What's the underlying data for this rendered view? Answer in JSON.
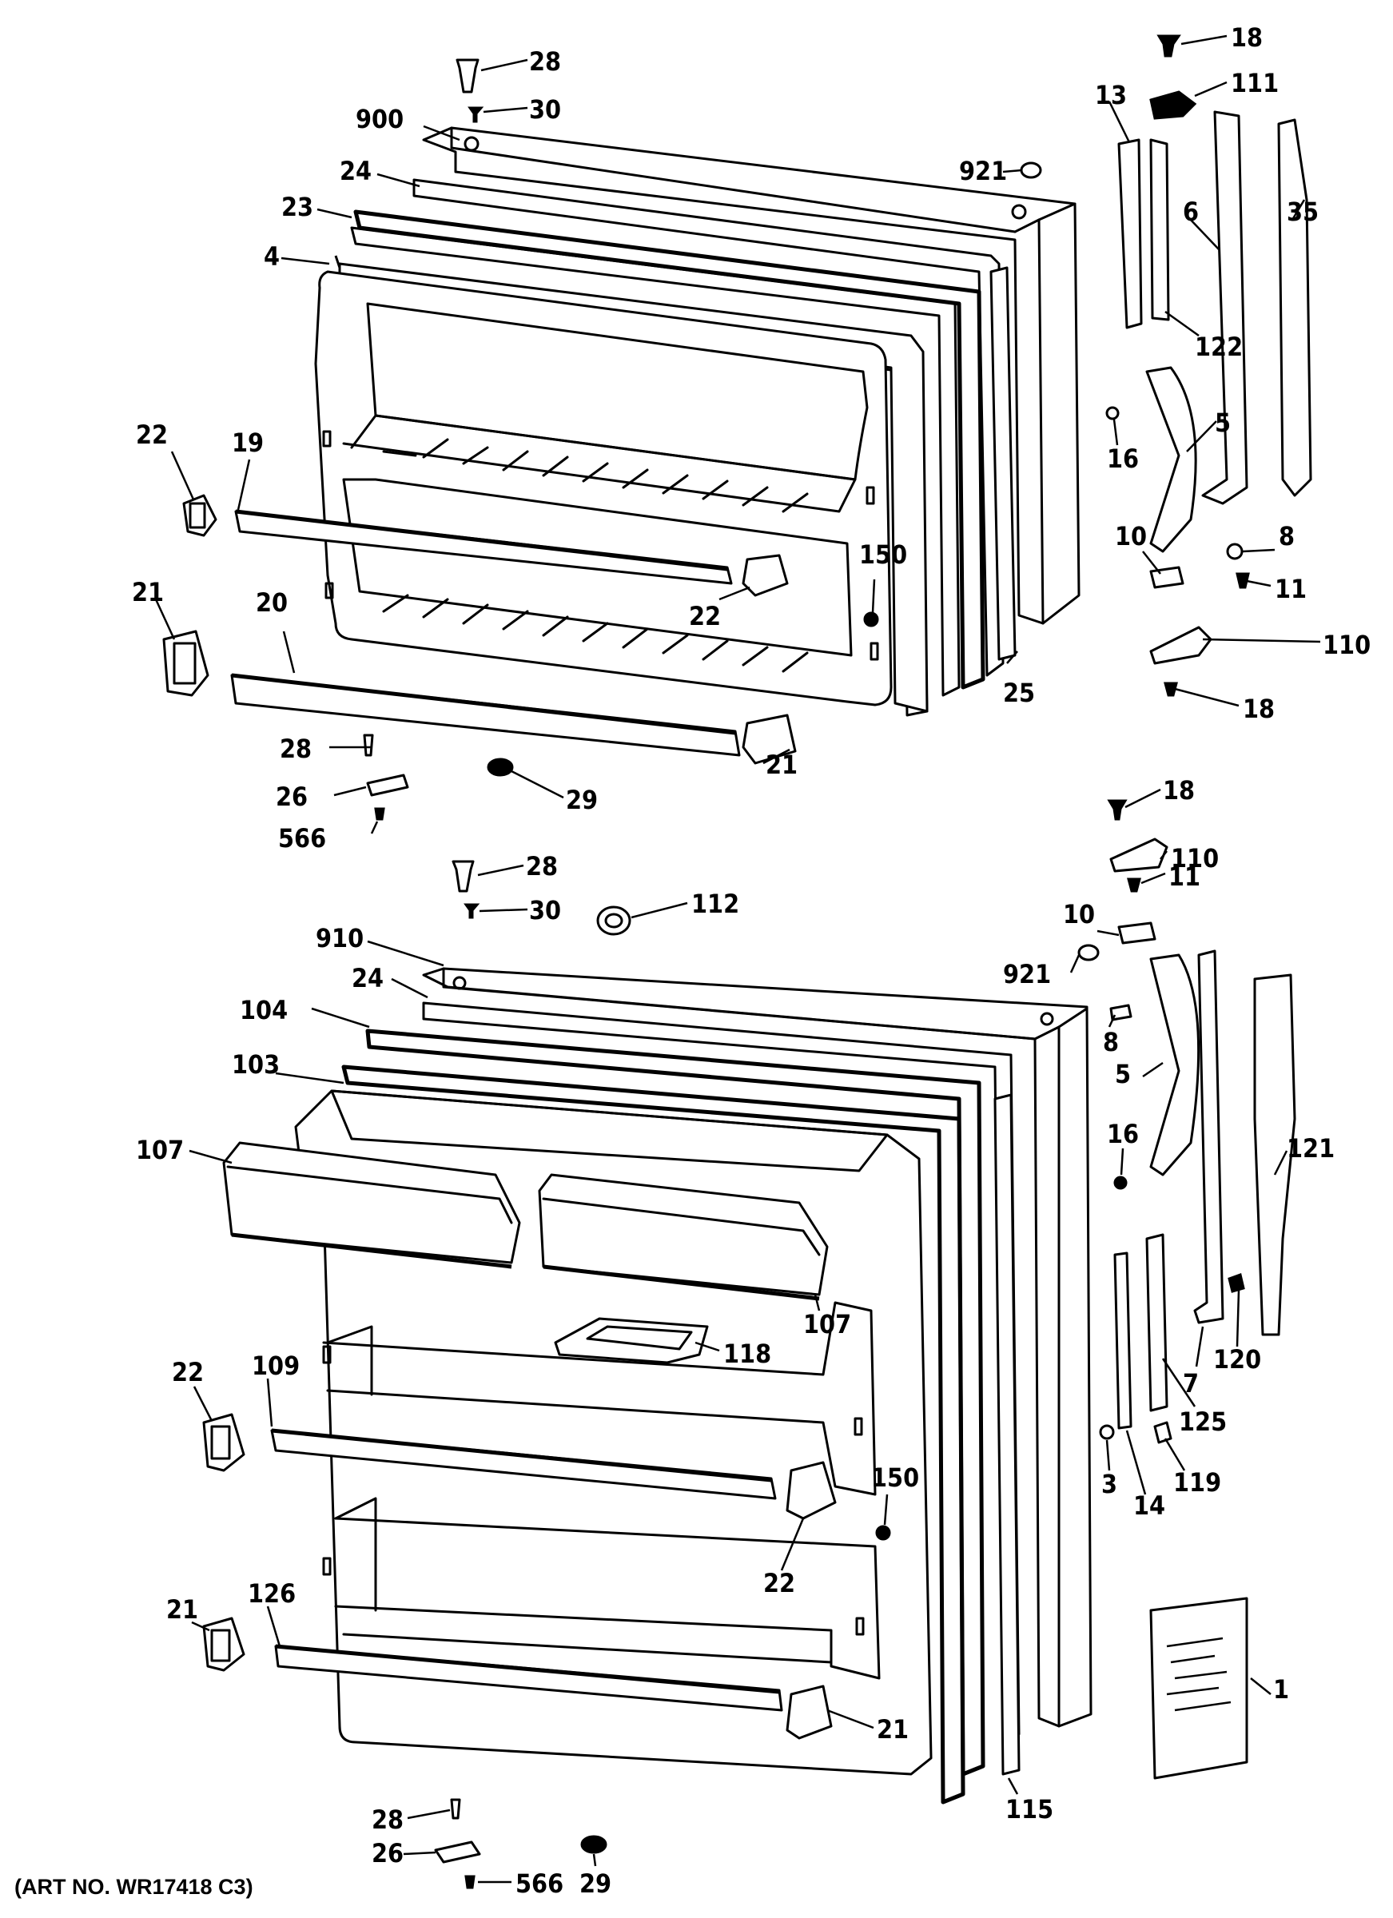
{
  "caption": "(ART NO. WR17418 C3)",
  "labels": {
    "upper": [
      "28",
      "30",
      "900",
      "24",
      "23",
      "4",
      "921",
      "13",
      "18",
      "111",
      "6",
      "35",
      "122",
      "5",
      "16",
      "22",
      "19",
      "150",
      "22",
      "21",
      "20",
      "10",
      "8",
      "11",
      "110",
      "18",
      "25",
      "28",
      "21",
      "26",
      "29",
      "566"
    ],
    "lower": [
      "28",
      "30",
      "112",
      "910",
      "24",
      "104",
      "103",
      "107",
      "18",
      "110",
      "11",
      "10",
      "921",
      "8",
      "5",
      "16",
      "121",
      "107",
      "118",
      "22",
      "109",
      "120",
      "7",
      "125",
      "3",
      "14",
      "119",
      "150",
      "22",
      "21",
      "126",
      "21",
      "1",
      "28",
      "115",
      "26",
      "566",
      "29"
    ]
  },
  "colors": {
    "line": "#000000",
    "background": "#ffffff"
  }
}
